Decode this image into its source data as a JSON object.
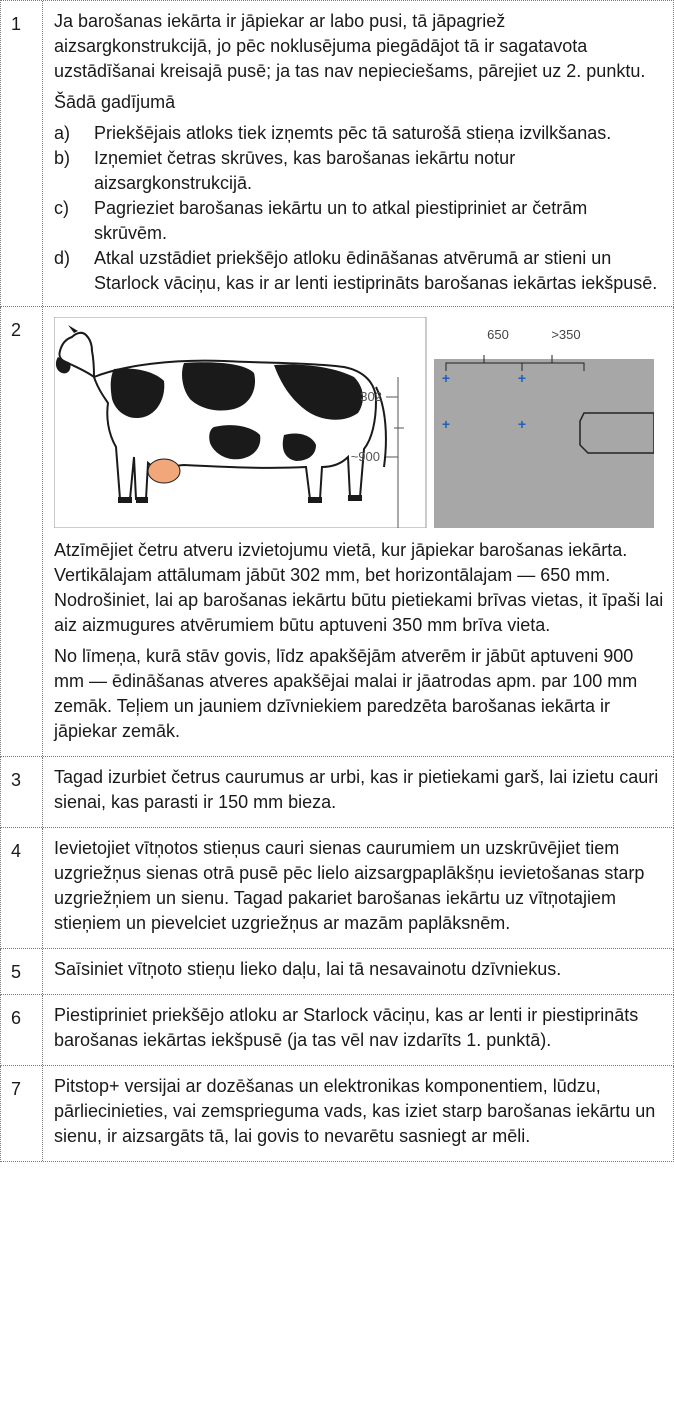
{
  "rows": [
    {
      "num": "1",
      "para1": "Ja barošanas iekārta ir jāpiekar ar labo pusi, tā jāpagriež aizsargkonstrukcijā, jo pēc noklusējuma piegādājot tā ir sagatavota uzstādīšanai kreisajā pusē; ja tas nav nepieciešams, pārejiet uz 2. punktu.",
      "para2": "Šādā gadījumā",
      "items": [
        {
          "label": "a)",
          "text": "Priekšējais atloks tiek izņemts pēc tā saturošā stieņa izvilkšanas."
        },
        {
          "label": "b)",
          "text": "Izņemiet četras skrūves, kas barošanas iekārtu notur aizsargkonstrukcijā."
        },
        {
          "label": "c)",
          "text": "Pagrieziet barošanas iekārtu un to atkal piestipriniet ar četrām skrūvēm."
        },
        {
          "label": "d)",
          "text": "Atkal uzstādiet priekšējo atloku ēdināšanas atvērumā ar stieni un Starlock vāciņu, kas ir ar lenti iestiprināts barošanas iekārtas iekšpusē."
        }
      ]
    },
    {
      "num": "2",
      "figure": {
        "dim_302": "302",
        "dim_900": "~900",
        "dim_650": "650",
        "dim_350": ">350"
      },
      "para1": "Atzīmējiet četru atveru izvietojumu vietā, kur jāpiekar barošanas iekārta. Vertikālajam attālumam jābūt 302 mm, bet horizontālajam — 650 mm. Nodrošiniet, lai ap barošanas iekārtu būtu pietiekami brīvas vietas, it īpaši lai aiz aizmugures atvērumiem būtu aptuveni 350 mm brīva vieta.",
      "para2": "No līmeņa, kurā stāv govis, līdz apakšējām atverēm ir jābūt aptuveni 900 mm — ēdināšanas atveres apakšējai malai ir jāatrodas apm. par 100 mm zemāk. Teļiem un jauniem dzīvniekiem paredzēta barošanas iekārta ir jāpiekar zemāk."
    },
    {
      "num": "3",
      "para1": "Tagad izurbiet četrus caurumus ar urbi, kas ir pietiekami garš, lai izietu cauri sienai, kas parasti ir 150 mm bieza."
    },
    {
      "num": "4",
      "para1": "Ievietojiet vītņotos stieņus cauri sienas caurumiem un uzskrūvējiet tiem uzgriežņus sienas otrā pusē pēc lielo aizsargpaplākšņu ievietošanas starp uzgriežņiem un sienu. Tagad pakariet barošanas iekārtu uz vītņotajiem stieņiem un pievelciet uzgriežņus ar mazām paplāksnēm."
    },
    {
      "num": "5",
      "para1": "Saīsiniet vītņoto stieņu lieko daļu, lai tā nesavainotu dzīvniekus."
    },
    {
      "num": "6",
      "para1": "Piestipriniet priekšējo atloku ar Starlock vāciņu, kas ar lenti ir piestiprināts barošanas iekārtas iekšpusē (ja tas vēl nav izdarīts 1. punktā)."
    },
    {
      "num": "7",
      "para1": "Pitstop+ versijai ar dozēšanas un elektronikas komponentiem, lūdzu, pārliecinieties, vai zemsprieguma vads, kas iziet starp barošanas iekārtu un sienu, ir aizsargāts tā, lai govis to nevarētu sasniegt ar mēli."
    }
  ]
}
